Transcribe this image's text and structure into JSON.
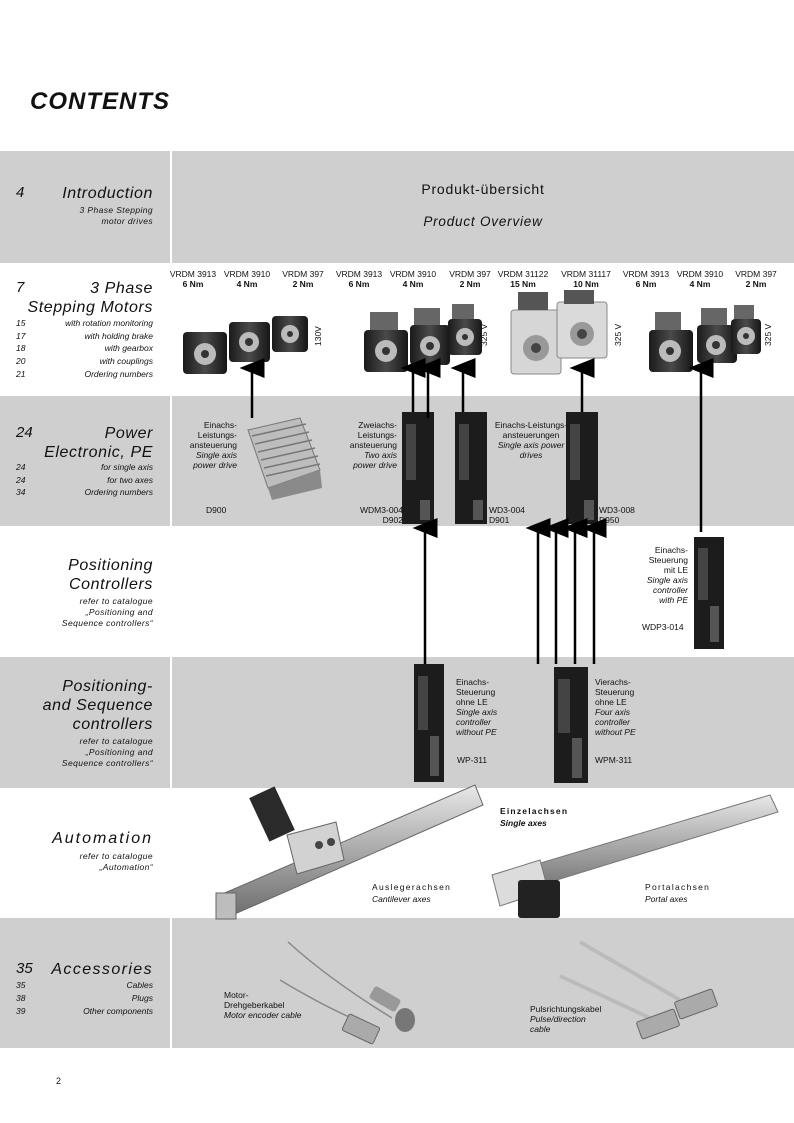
{
  "page": {
    "title": "CONTENTS",
    "page_number": "2"
  },
  "sections": [
    {
      "num": "4",
      "title": "Introduction",
      "sub": [
        "3 Phase Stepping",
        "motor drives"
      ]
    },
    {
      "num": "7",
      "title1": "3 Phase",
      "title2": "Stepping Motors",
      "items": [
        {
          "p": "15",
          "t": "with rotation monitoring"
        },
        {
          "p": "17",
          "t": "with holding brake"
        },
        {
          "p": "18",
          "t": "with gearbox"
        },
        {
          "p": "20",
          "t": "with couplings"
        },
        {
          "p": "21",
          "t": "Ordering numbers"
        }
      ]
    },
    {
      "num": "24",
      "title1": "Power",
      "title2": "Electronic, PE",
      "items": [
        {
          "p": "24",
          "t": "for single axis"
        },
        {
          "p": "24",
          "t": "for two axes"
        },
        {
          "p": "34",
          "t": "Ordering numbers"
        }
      ]
    },
    {
      "title1": "Positioning",
      "title2": "Controllers",
      "sub": [
        "refer to catalogue",
        "„Positioning and",
        "Sequence controllers“"
      ]
    },
    {
      "title1": "Positioning-",
      "title2": "and Sequence",
      "title3": "controllers",
      "sub": [
        "refer to catalogue",
        "„Positioning and",
        "Sequence controllers“"
      ]
    },
    {
      "title": "Automation",
      "sub": [
        "refer to catalogue",
        "„Automation“"
      ]
    },
    {
      "num": "35",
      "title": "Accessories",
      "items": [
        {
          "p": "35",
          "t": "Cables"
        },
        {
          "p": "38",
          "t": "Plugs"
        },
        {
          "p": "39",
          "t": "Other components"
        }
      ]
    }
  ],
  "overview": {
    "de": "Produkt-übersicht",
    "en": "Product Overview"
  },
  "motors": [
    {
      "name": "VRDM 3913",
      "torque": "6 Nm"
    },
    {
      "name": "VRDM 3910",
      "torque": "4 Nm"
    },
    {
      "name": "VRDM 397",
      "torque": "2 Nm"
    },
    {
      "name": "VRDM 3913",
      "torque": "6 Nm"
    },
    {
      "name": "VRDM 3910",
      "torque": "4 Nm"
    },
    {
      "name": "VRDM 397",
      "torque": "2 Nm"
    },
    {
      "name": "VRDM 31122",
      "torque": "15 Nm"
    },
    {
      "name": "VRDM 31117",
      "torque": "10 Nm"
    },
    {
      "name": "VRDM 3913",
      "torque": "6 Nm"
    },
    {
      "name": "VRDM 3910",
      "torque": "4 Nm"
    },
    {
      "name": "VRDM 397",
      "torque": "2 Nm"
    }
  ],
  "voltages": [
    "130V",
    "325 V",
    "325 V",
    "325 V"
  ],
  "drives": {
    "d900": {
      "de1": "Einachs-",
      "de2": "Leistungs-",
      "de3": "ansteuerung",
      "en1": "Single axis",
      "en2": "power drive",
      "code": "D900"
    },
    "d902": {
      "de1": "Zweiachs-",
      "de2": "Leistungs-",
      "de3": "ansteuerung",
      "en1": "Two axis",
      "en2": "power drive",
      "code1": "WDM3-004",
      "code2": "D902"
    },
    "d901": {
      "de1": "Einachs-Leistungs-",
      "de2": "ansteuerungen",
      "en1": "Single axis power",
      "en2": "drives",
      "code1": "WD3-004",
      "code2": "D901"
    },
    "d950": {
      "code1": "WD3-008",
      "code2": "D950"
    }
  },
  "wdp": {
    "de1": "Einachs-",
    "de2": "Steuerung",
    "de3": "mit LE",
    "en1": "Single axis",
    "en2": "controller",
    "en3": "with PE",
    "code": "WDP3-014"
  },
  "wp311": {
    "de1": "Einachs-",
    "de2": "Steuerung",
    "de3": "ohne LE",
    "en1": "Single axis",
    "en2": "controller",
    "en3": "without PE",
    "code": "WP-311"
  },
  "wpm311": {
    "de1": "Vierachs-",
    "de2": "Steuerung",
    "de3": "ohne LE",
    "en1": "Four axis",
    "en2": "controller",
    "en3": "without PE",
    "code": "WPM-311"
  },
  "automation": {
    "single_de": "Einzelachsen",
    "single_en": "Single axes",
    "cant_de": "Auslegerachsen",
    "cant_en": "Cantilever axes",
    "portal_de": "Portalachsen",
    "portal_en": "Portal axes"
  },
  "accessories": {
    "motor_de1": "Motor-",
    "motor_de2": "Drehgeberkabel",
    "motor_en": "Motor encoder cable",
    "pulse_de": "Pulsrichtungskabel",
    "pulse_en1": "Pulse/direction",
    "pulse_en2": "cable"
  }
}
